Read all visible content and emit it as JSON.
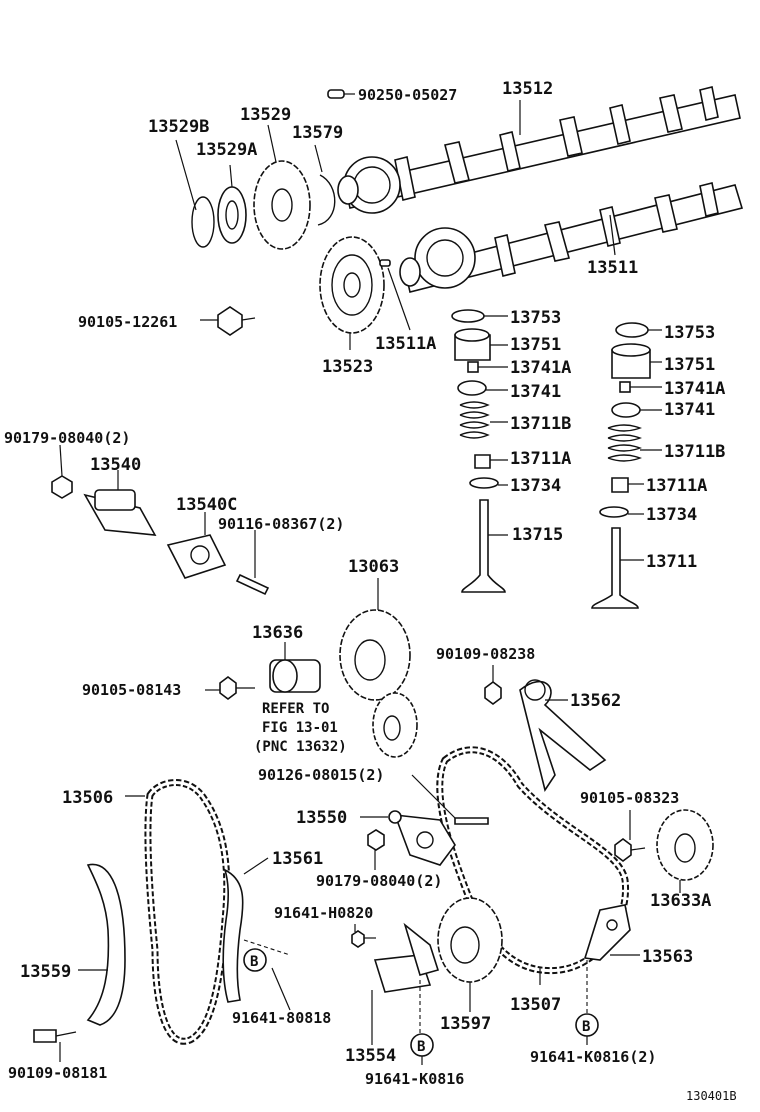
{
  "labels": {
    "p_90250_05027": "90250-05027",
    "p_13512": "13512",
    "p_13529B": "13529B",
    "p_13529": "13529",
    "p_13579": "13579",
    "p_13529A": "13529A",
    "p_13511": "13511",
    "p_90105_12261": "90105-12261",
    "p_13511A": "13511A",
    "p_13523": "13523",
    "p_13753_l": "13753",
    "p_13751_l": "13751",
    "p_13741A_l": "13741A",
    "p_13741_l": "13741",
    "p_13711B_l": "13711B",
    "p_13711A_l": "13711A",
    "p_13734_l": "13734",
    "p_13715": "13715",
    "p_13753_r": "13753",
    "p_13751_r": "13751",
    "p_13741A_r": "13741A",
    "p_13741_r": "13741",
    "p_13711B_r": "13711B",
    "p_13711A_r": "13711A",
    "p_13734_r": "13734",
    "p_13711": "13711",
    "p_90179_08040_a": "90179-08040(2)",
    "p_13540": "13540",
    "p_13540C": "13540C",
    "p_90116_08367": "90116-08367(2)",
    "p_13063": "13063",
    "p_13636": "13636",
    "p_90105_08143": "90105-08143",
    "p_90109_08238": "90109-08238",
    "p_13562": "13562",
    "p_90126_08015": "90126-08015(2)",
    "p_13506": "13506",
    "p_13550": "13550",
    "p_90105_08323": "90105-08323",
    "p_13561": "13561",
    "p_90179_08040_b": "90179-08040(2)",
    "p_13633A": "13633A",
    "p_91641_H0820": "91641-H0820",
    "p_13559": "13559",
    "p_13563": "13563",
    "p_91641_80818": "91641-80818",
    "p_13507": "13507",
    "p_13597": "13597",
    "p_13554": "13554",
    "p_90109_08181": "90109-08181",
    "p_91641_K0816": "91641-K0816",
    "p_91641_K0816_2": "91641-K0816(2)"
  },
  "reference": {
    "line1": "REFER TO",
    "line2": "FIG 13-01",
    "line3": "(PNC 13632)"
  },
  "markers": {
    "b1": "B",
    "b2": "B",
    "b3": "B"
  },
  "figure_code": "130401B"
}
